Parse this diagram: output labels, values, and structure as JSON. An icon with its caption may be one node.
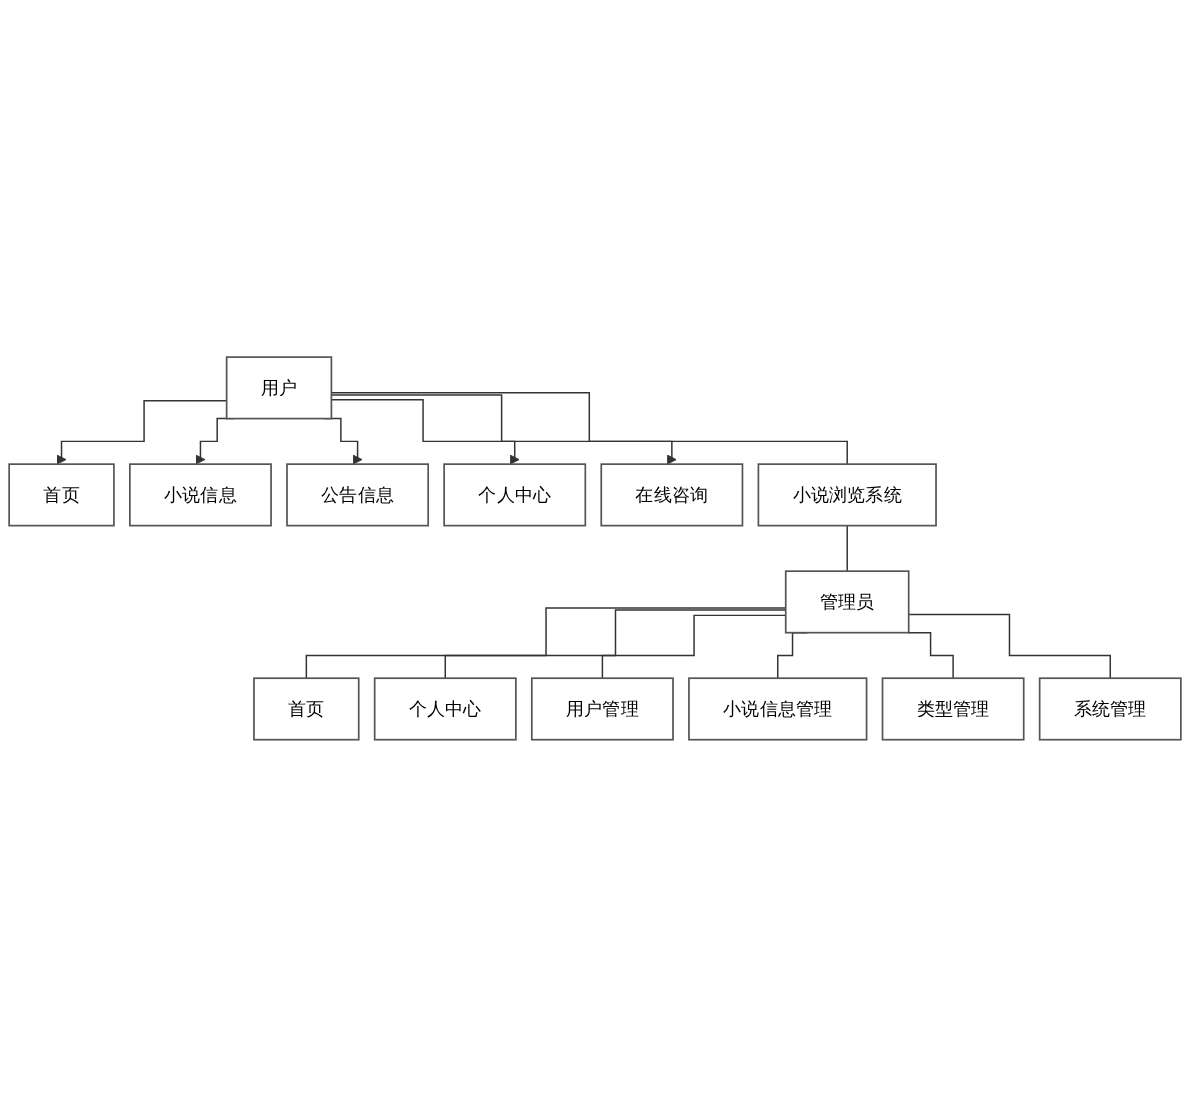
{
  "diagram": {
    "nodes": [
      {
        "text": [
          "首页"
        ]
      },
      {
        "text": [
          "小说信息"
        ]
      },
      {
        "text": [
          "公告信息"
        ]
      },
      {
        "text": [
          "个人中心"
        ]
      },
      {
        "text": [
          "在线咨询"
        ]
      },
      {
        "text": [
          "用户"
        ]
      },
      {
        "text": [
          "小说浏览系统"
        ]
      },
      {
        "text": [
          "管理员"
        ]
      },
      {
        "text": [
          "首页"
        ]
      },
      {
        "text": [
          "个人中心"
        ]
      },
      {
        "text": [
          "用户管理"
        ]
      },
      {
        "text": [
          "小说信息管理"
        ]
      },
      {
        "text": [
          "类型管理"
        ]
      },
      {
        "text": [
          "系统管理"
        ]
      }
    ],
    "edges": [
      {
        "from": 5,
        "to": 0,
        "arrow": "to"
      },
      {
        "from": 5,
        "to": 1,
        "arrow": "to"
      },
      {
        "from": 5,
        "to": 2,
        "arrow": "to"
      },
      {
        "from": 5,
        "to": 3,
        "arrow": "to"
      },
      {
        "from": 5,
        "to": 4,
        "arrow": "to"
      },
      {
        "from": 5,
        "to": 6,
        "arrow": "none"
      },
      {
        "from": 6,
        "to": 7,
        "arrow": "none"
      },
      {
        "from": 7,
        "to": 8,
        "arrow": "none"
      },
      {
        "from": 7,
        "to": 9,
        "arrow": "none"
      },
      {
        "from": 7,
        "to": 10,
        "arrow": "none"
      },
      {
        "from": 7,
        "to": 11,
        "arrow": "none"
      },
      {
        "from": 7,
        "to": 12,
        "arrow": "none"
      },
      {
        "from": 7,
        "to": 13,
        "arrow": "none"
      }
    ]
  }
}
